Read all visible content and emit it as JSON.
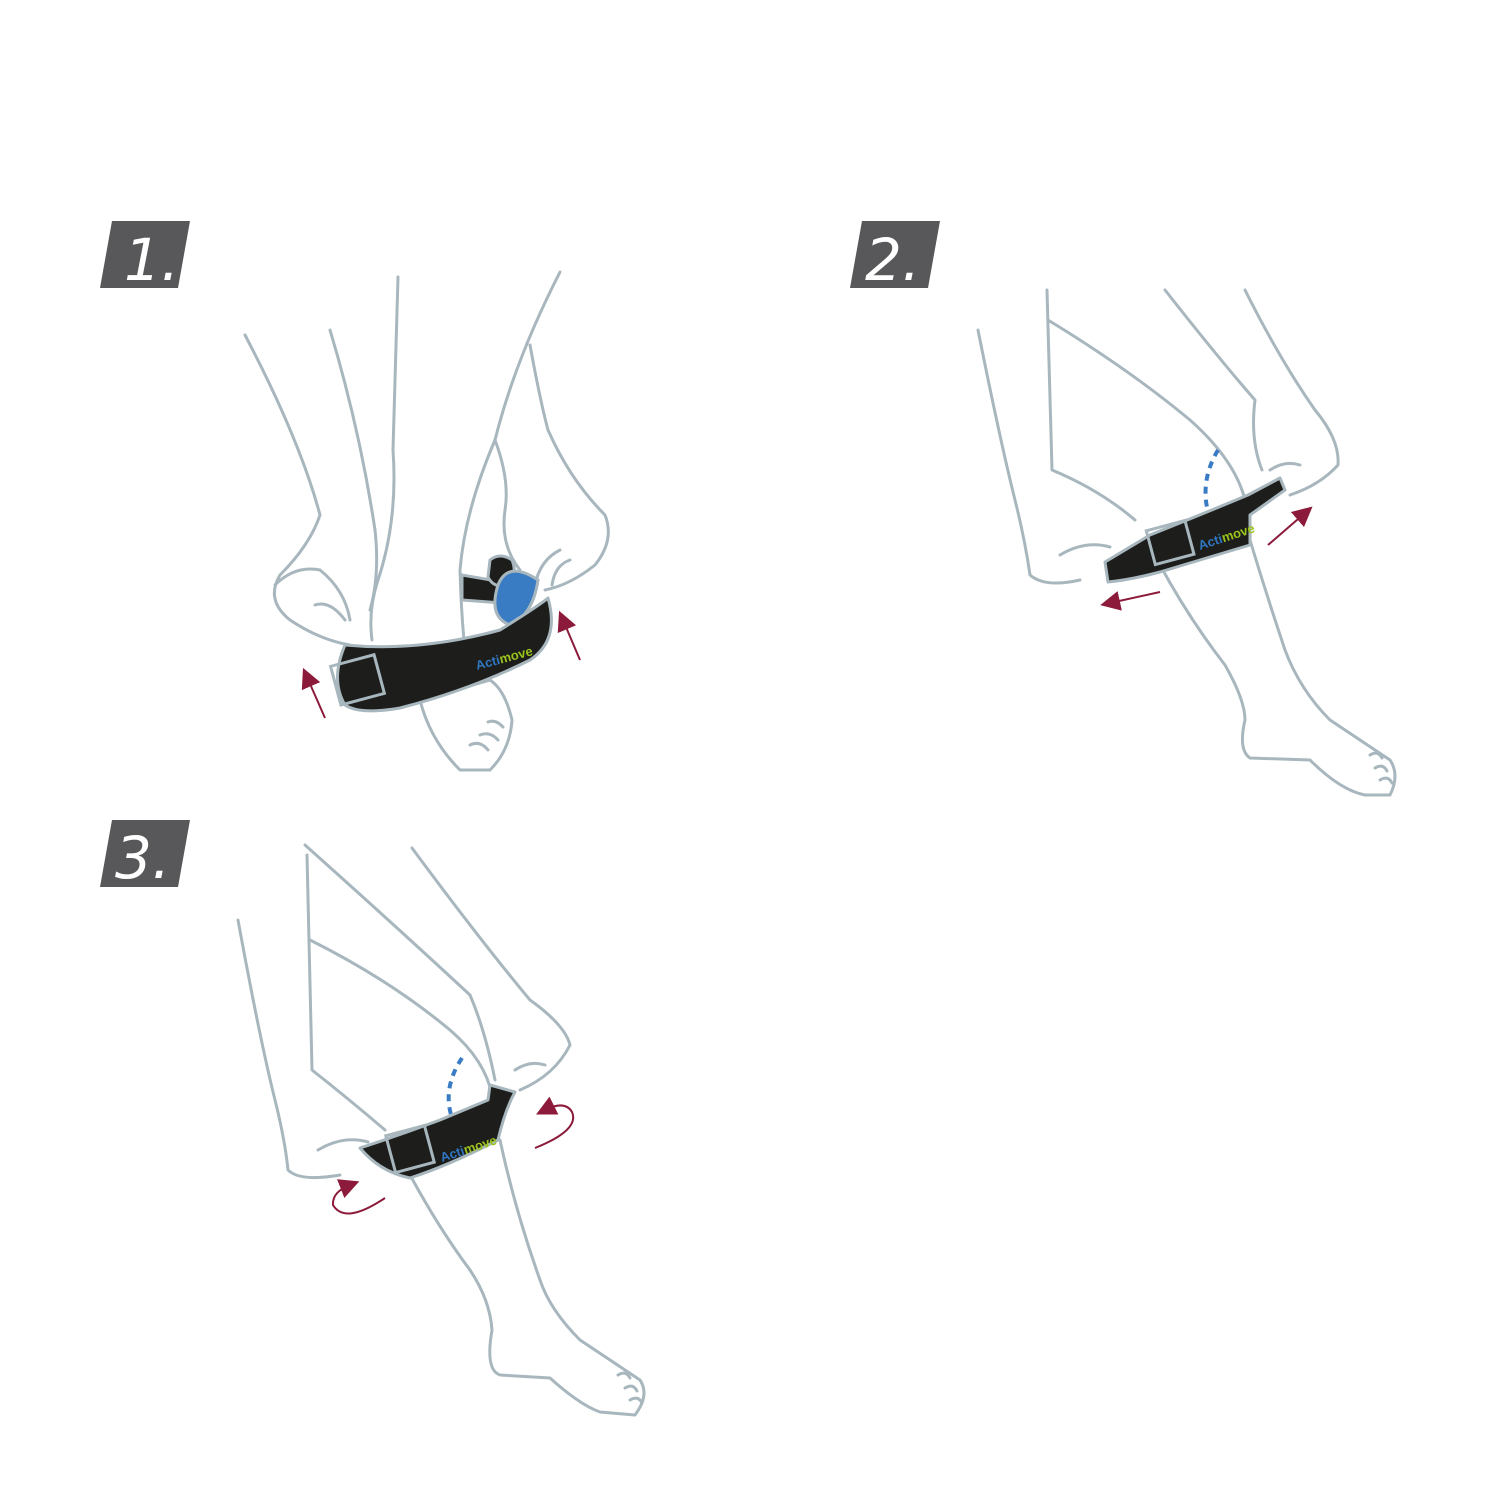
{
  "steps": [
    {
      "label": "1.",
      "logo": "Actimove"
    },
    {
      "label": "2.",
      "logo": "Actimove"
    },
    {
      "label": "3.",
      "logo": "Actimove"
    }
  ],
  "colors": {
    "outline": "#a8b7be",
    "strap": "#1d1d1b",
    "arrow": "#8c1a3a",
    "badge": "#58585a",
    "logo_blue": "#2f76c0",
    "logo_green": "#9ac31c",
    "pad_blue": "#3a7cc4"
  }
}
